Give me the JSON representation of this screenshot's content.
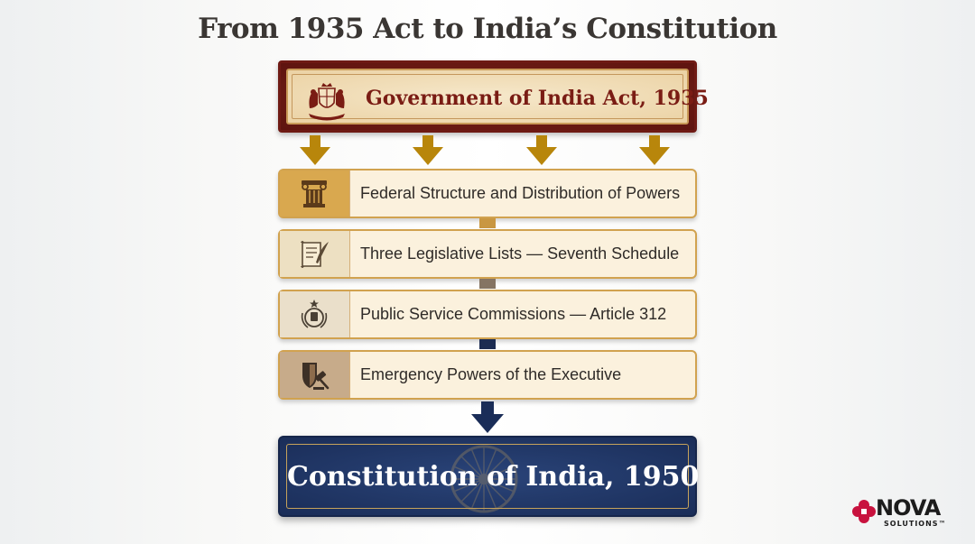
{
  "title": "From 1935 Act to India’s Constitution",
  "source": {
    "label": "Government of India Act, 1935",
    "icon": "royal-crest-icon"
  },
  "provisions": [
    {
      "label": "Federal Structure and Distribution of Powers",
      "icon": "pillar-icon",
      "icon_bg": "#d9a84f"
    },
    {
      "label": "Three Legislative Lists — Seventh Schedule",
      "icon": "scroll-quill-icon",
      "icon_bg": "#ede0c2"
    },
    {
      "label": "Public Service Commissions — Article 312",
      "icon": "national-emblem-icon",
      "icon_bg": "#eadfca"
    },
    {
      "label": "Emergency Powers of the Executive",
      "icon": "shield-gavel-icon",
      "icon_bg": "#c7ab8a"
    }
  ],
  "result": {
    "label": "Constitution of India, 1950",
    "icon": "ashoka-chakra-icon"
  },
  "logo": {
    "name": "NOVA",
    "tagline": "SOLUTIONS™"
  },
  "colors": {
    "maroon": "#6e1a14",
    "gold": "#d1a24f",
    "navy": "#1a2d58",
    "arrow_gold": "#b8860b",
    "logo_red": "#c8123e"
  }
}
